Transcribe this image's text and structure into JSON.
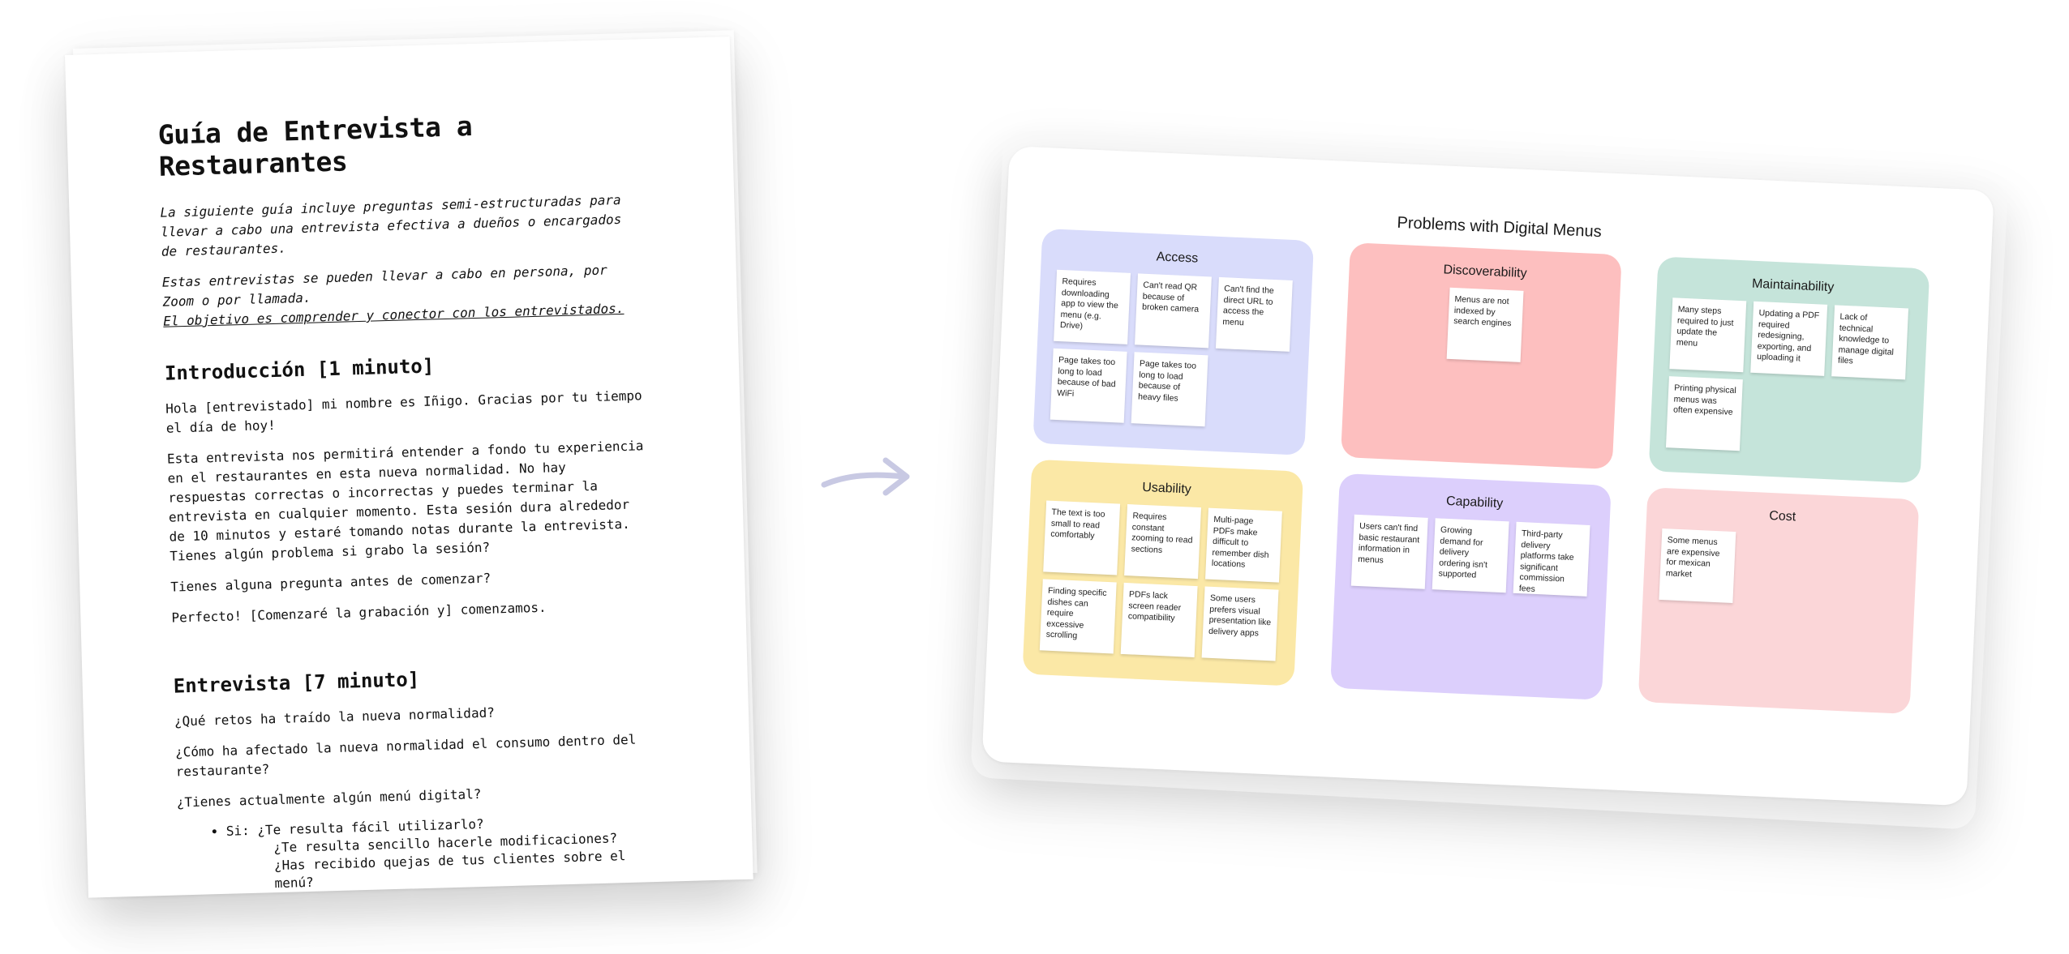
{
  "document": {
    "title": "Guía de Entrevista a Restaurantes",
    "intro_1": "La siguiente guía incluye preguntas semi-estructuradas para llevar a cabo una entrevista efectiva a dueños o encargados de restaurantes.",
    "intro_2": "Estas entrevistas se pueden llevar a cabo en persona, por Zoom o por llamada.",
    "intro_3": "El objetivo es comprender y conector con los entrevistados.",
    "section_1": {
      "heading": "Introducción [1 minuto]",
      "paragraphs": [
        "Hola [entrevistado] mi nombre es Iñigo. Gracias por tu tiempo el día de hoy!",
        "Esta entrevista nos permitirá entender a fondo tu experiencia en el restaurantes en esta nueva normalidad. No hay respuestas correctas o incorrectas y puedes terminar la entrevista en cualquier momento. Esta sesión dura alrededor de 10 minutos y estaré tomando notas durante la entrevista. Tienes algún problema si grabo la sesión?",
        "Tienes alguna pregunta antes de comenzar?",
        "Perfecto! [Comenzaré la grabación y] comenzamos."
      ]
    },
    "section_2": {
      "heading": "Entrevista [7 minuto]",
      "questions": [
        "¿Qué retos ha traído la nueva normalidad?",
        "¿Cómo ha afectado la nueva normalidad el consumo dentro del restaurante?",
        "¿Tienes actualmente algún menú digital?"
      ],
      "bullet": {
        "lead": "Si: ¿Te resulta fácil utilizarlo?",
        "sub_1": "¿Te resulta sencillo hacerle modificaciones?",
        "sub_2": "¿Has recibido quejas de tus clientes sobre el menú?"
      }
    }
  },
  "board": {
    "title": "Problems with Digital Menus",
    "clusters": [
      {
        "name": "Access",
        "color": "#d9dcfb",
        "notes": [
          "Requires downloading app to view the menu (e.g. Drive)",
          "Can't read QR because of broken camera",
          "Can't find the direct URL to access the menu",
          "Page takes too long to load because of bad WiFi",
          "Page takes too long to load because of heavy files"
        ]
      },
      {
        "name": "Discoverability",
        "color": "#fdbfbf",
        "notes": [
          "Menus are not indexed by search engines"
        ]
      },
      {
        "name": "Maintainability",
        "color": "#c5e4da",
        "notes": [
          "Many steps required to just update the menu",
          "Updating a PDF required redesigning, exporting, and uploading it",
          "Lack of technical knowledge to manage digital files",
          "Printing physical menus was often expensive"
        ]
      },
      {
        "name": "Usability",
        "color": "#fbe8a6",
        "notes": [
          "The text is too small to read comfortably",
          "Requires constant zooming to read sections",
          "Multi-page PDFs make difficult to remember dish locations",
          "Finding specific dishes can require excessive scrolling",
          "PDFs lack screen reader compatibility",
          "Some users prefers visual presentation like delivery apps"
        ]
      },
      {
        "name": "Capability",
        "color": "#dccffc",
        "notes": [
          "Users can't find basic restaurant information in menus",
          "Growing demand for delivery ordering isn't supported",
          "Third-party delivery platforms take significant commission fees"
        ]
      },
      {
        "name": "Cost",
        "color": "#fbd6d8",
        "notes": [
          "Some menus are expensive for mexican market"
        ]
      }
    ]
  },
  "arrow_icon": "curved-arrow-right-icon",
  "arrow_color": "#c8c9e3"
}
